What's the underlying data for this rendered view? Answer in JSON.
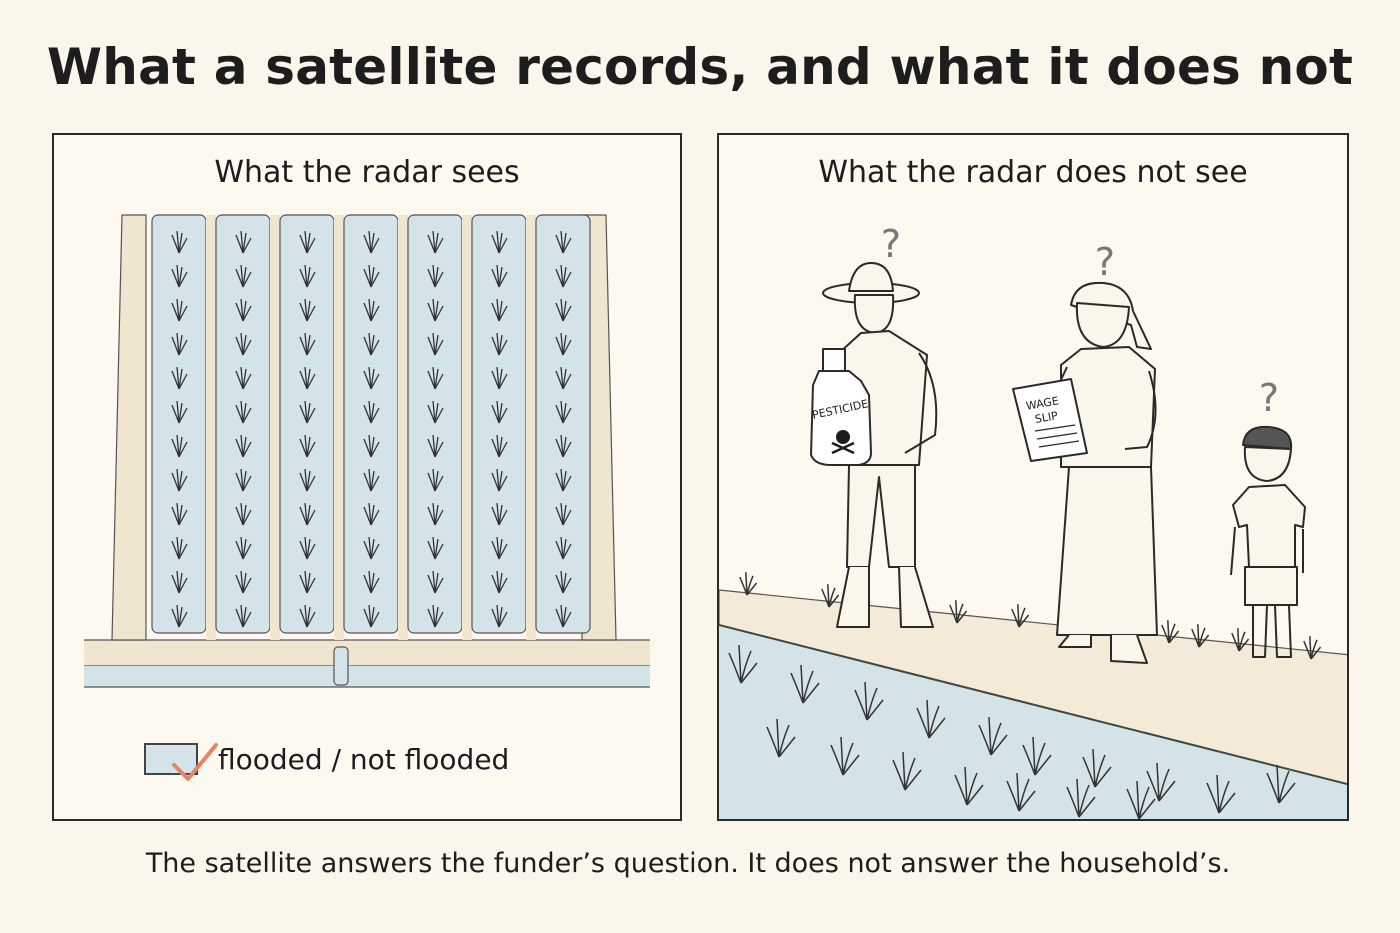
{
  "title": "What a satellite records, and what it does not",
  "left_panel": {
    "heading": "What the radar sees",
    "legend_label": "flooded / not flooded",
    "legend_swatch_color": "#d3e3e8",
    "check_color": "#e8835f"
  },
  "right_panel": {
    "heading": "What the radar does not see",
    "question_mark": "?",
    "pesticide_label": "PESTICIDE",
    "wage_slip_line1": "WAGE",
    "wage_slip_line2": "SLIP"
  },
  "caption": "The satellite answers the funder’s question. It does not answer the household’s.",
  "colors": {
    "background": "#fbf6ec",
    "water": "#d3e3e8",
    "bund": "#f0e6d0",
    "ink": "#2a2a2a"
  }
}
